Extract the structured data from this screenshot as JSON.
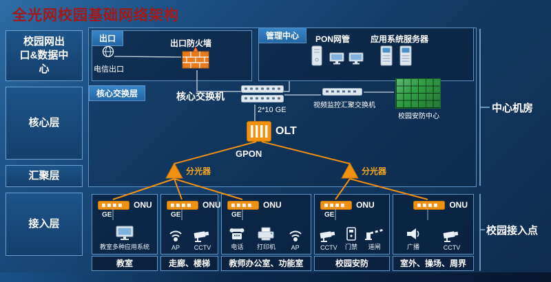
{
  "title": "全光网校园基础网络架构",
  "sidebar": {
    "items": [
      {
        "label": "校园网出口&数据中心"
      },
      {
        "label": "核心层"
      },
      {
        "label": "汇聚层"
      },
      {
        "label": "接入层"
      }
    ]
  },
  "right_brackets": {
    "top": "中心机房",
    "bottom": "校园接入点"
  },
  "exit_panel": {
    "header": "出口",
    "firewall": "出口防火墙",
    "telecom": "电信出口"
  },
  "mgmt_panel": {
    "header": "管理中心",
    "pon": "PON网管",
    "app": "应用系统服务器"
  },
  "core": {
    "header": "核心交换层",
    "core_switch": "核心交换机",
    "uplink": "2*10 GE",
    "video_switch": "视频监控汇聚交换机",
    "security_center": "校园安防中心",
    "olt": "OLT",
    "gpon": "GPON",
    "splitter_left": "分光器",
    "splitter_right": "分光器"
  },
  "access": {
    "groups": [
      {
        "onu": "ONU",
        "ge": "GE",
        "devices": [
          {
            "label": "教室多种应用系统",
            "icon": "monitor-icon"
          }
        ],
        "caption": "教室"
      },
      {
        "onu": "ONU",
        "ge": "GE",
        "devices": [
          {
            "label": "AP",
            "icon": "ap-icon"
          },
          {
            "label": "CCTV",
            "icon": "cctv-icon"
          }
        ],
        "caption": "走廊、楼梯"
      },
      {
        "onu": "ONU",
        "ge": "GE",
        "devices": [
          {
            "label": "电话",
            "icon": "phone-icon"
          },
          {
            "label": "打印机",
            "icon": "printer-icon"
          },
          {
            "label": "AP",
            "icon": "ap-icon"
          }
        ],
        "caption": "教师办公室、功能室"
      },
      {
        "onu": "ONU",
        "ge": "GE",
        "devices": [
          {
            "label": "CCTV",
            "icon": "cctv-icon"
          },
          {
            "label": "门禁",
            "icon": "door-access-icon"
          },
          {
            "label": "道闸",
            "icon": "barrier-gate-icon"
          }
        ],
        "caption": "校园安防"
      },
      {
        "onu": "ONU",
        "devices": [
          {
            "label": "广播",
            "icon": "speaker-icon"
          },
          {
            "label": "CCTV",
            "icon": "cctv-icon"
          }
        ],
        "caption": "室外、操场、周界"
      }
    ]
  },
  "icons": [
    "firewall-icon",
    "telecom-globe-icon",
    "server-tower-icon",
    "workstation-icon",
    "rack-server-icon",
    "switch-icon",
    "video-wall-icon",
    "olt-icon",
    "splitter-icon",
    "onu-icon",
    "monitor-icon",
    "ap-icon",
    "cctv-icon",
    "phone-icon",
    "printer-icon",
    "speaker-icon",
    "door-access-icon",
    "barrier-gate-icon"
  ],
  "colors": {
    "accent_orange": "#f29111",
    "tab_blue": "#2e75b6",
    "background_blue": "#123a63",
    "title_red": "#a31a1a",
    "wall_green": "#2f9e44"
  }
}
